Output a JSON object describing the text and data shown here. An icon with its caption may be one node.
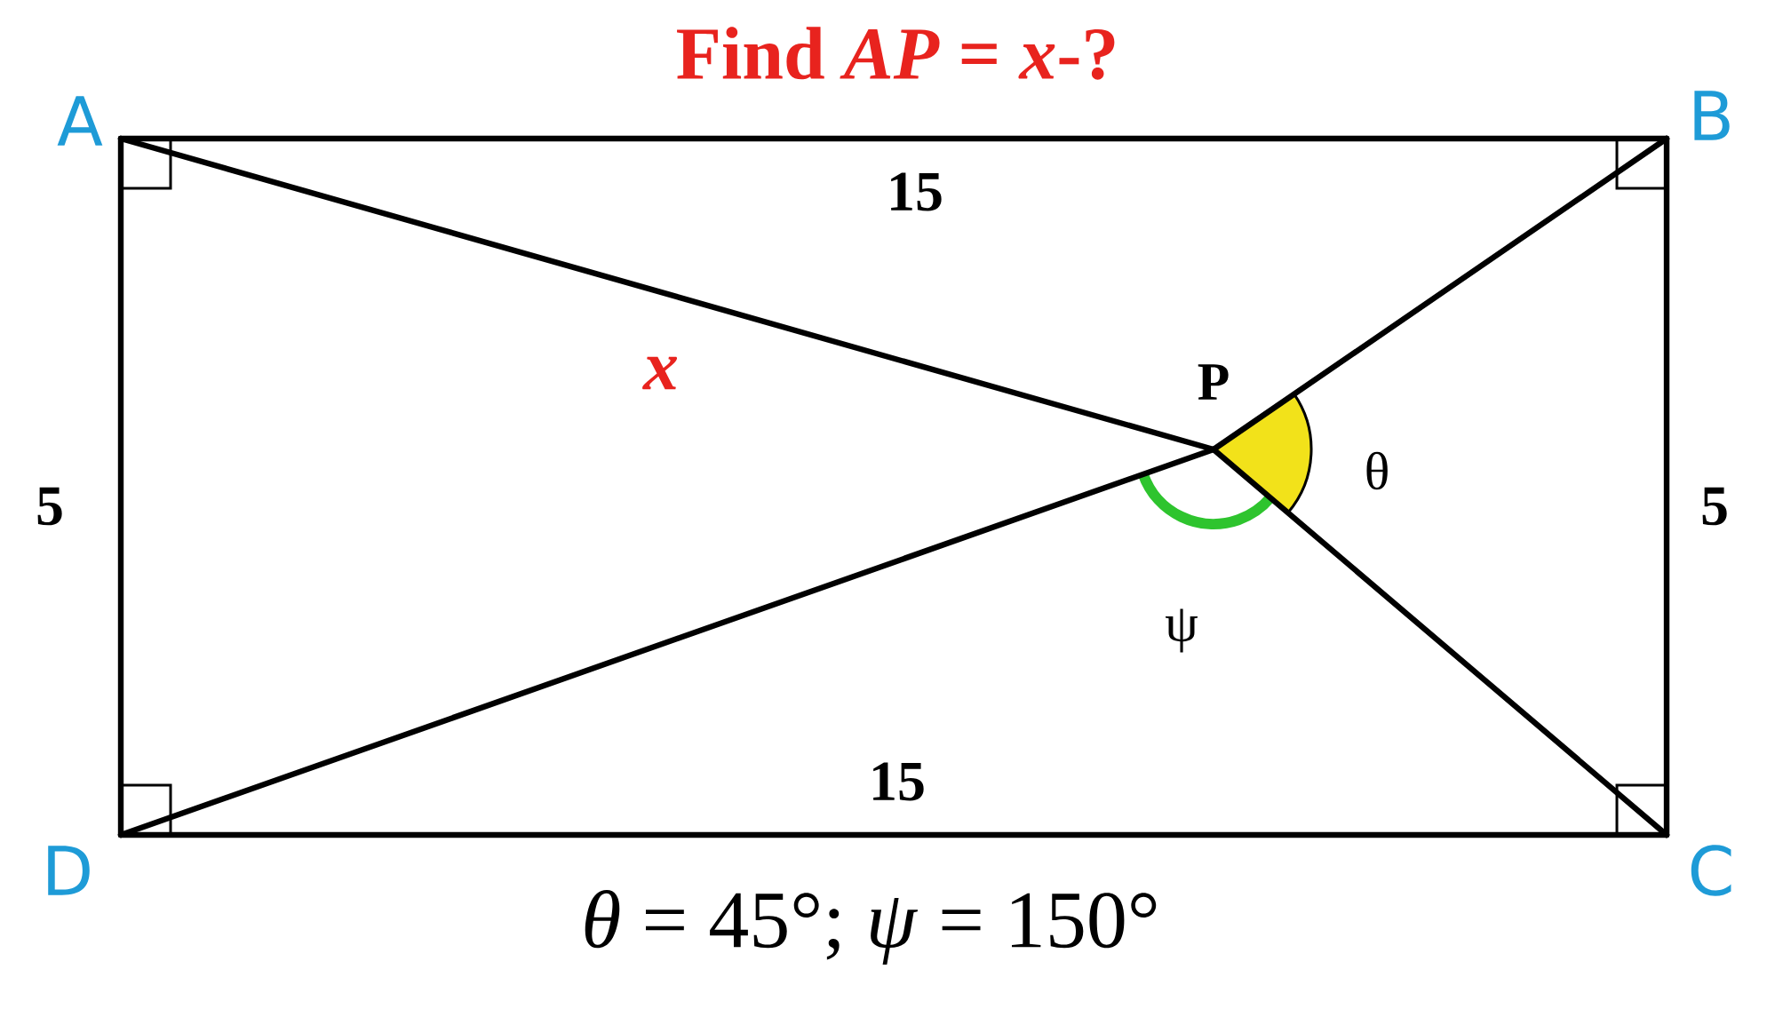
{
  "diagram": {
    "title": "Find  *AP* = *x*-?",
    "nodes": [
      {
        "text": [
          "A"
        ]
      },
      {
        "text": [
          "B"
        ]
      },
      {
        "text": [
          "C"
        ]
      },
      {
        "text": [
          "D"
        ]
      },
      {
        "text": [
          "P"
        ]
      }
    ],
    "edges": [
      {
        "from": 0,
        "to": 1,
        "arrow": "none",
        "label": "15"
      },
      {
        "from": 1,
        "to": 2,
        "arrow": "none",
        "label": "5"
      },
      {
        "from": 3,
        "to": 2,
        "arrow": "none",
        "label": "15"
      },
      {
        "from": 0,
        "to": 3,
        "arrow": "none",
        "label": "5"
      },
      {
        "from": 0,
        "to": 4,
        "arrow": "none",
        "label": "x"
      },
      {
        "from": 4,
        "to": 1,
        "arrow": "none"
      },
      {
        "from": 4,
        "to": 2,
        "arrow": "none"
      },
      {
        "from": 3,
        "to": 4,
        "arrow": "none"
      }
    ],
    "labels": [
      "θ",
      "ψ",
      "*θ* = 45°;  *ψ* = 150°"
    ]
  }
}
